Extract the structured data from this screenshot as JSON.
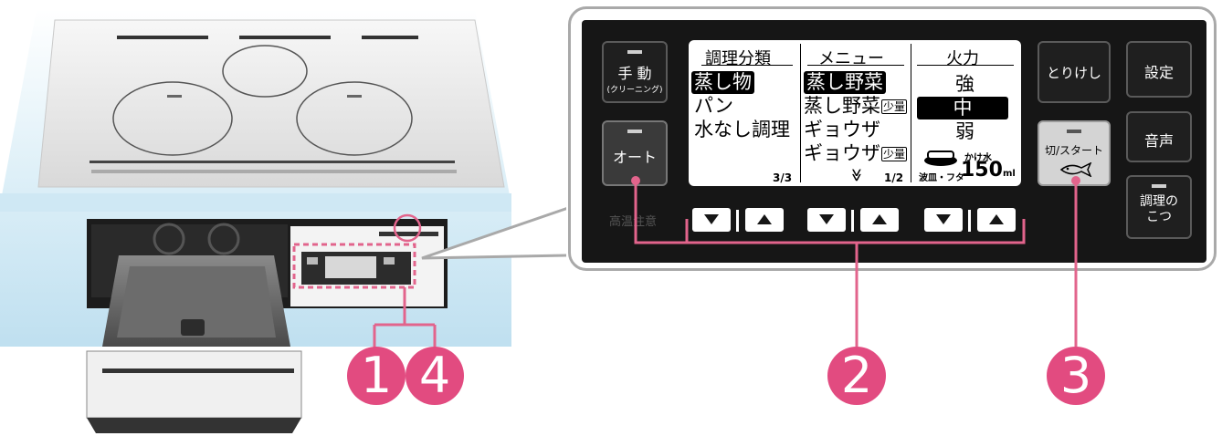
{
  "panel": {
    "left_keys": {
      "manual": {
        "label": "手 動",
        "sub": "(クリーニング)"
      },
      "auto": {
        "label": "オート"
      },
      "caution": "高温注意"
    },
    "lcd": {
      "columns": [
        {
          "header": "調理分類",
          "items": [
            "蒸し物",
            "パン",
            "水なし調理"
          ],
          "selected": 0,
          "pager": "3/3"
        },
        {
          "header": "メニュー",
          "items": [
            "蒸し野菜",
            "蒸し野菜",
            "ギョウザ",
            "ギョウザ"
          ],
          "tags": [
            "",
            "少量",
            "",
            "少量"
          ],
          "selected": 0,
          "pager": "1/2",
          "scroll_glyph": "≫"
        },
        {
          "header": "火力",
          "items": [
            "強",
            "中",
            "弱"
          ],
          "selected": 1
        }
      ],
      "water_info": {
        "label": "かけ水",
        "sub": "波皿・フタ",
        "amount": "150",
        "unit": "ml"
      }
    },
    "right_keys": {
      "torikeshi": "とりけし",
      "settei": "設定",
      "onsei": "音声",
      "start": "切/スタート",
      "kotsu": "調理の\nこつ"
    }
  },
  "callouts": [
    "1",
    "4",
    "2",
    "3"
  ],
  "colors": {
    "accent": "#e24b80",
    "panel": "#161616"
  }
}
